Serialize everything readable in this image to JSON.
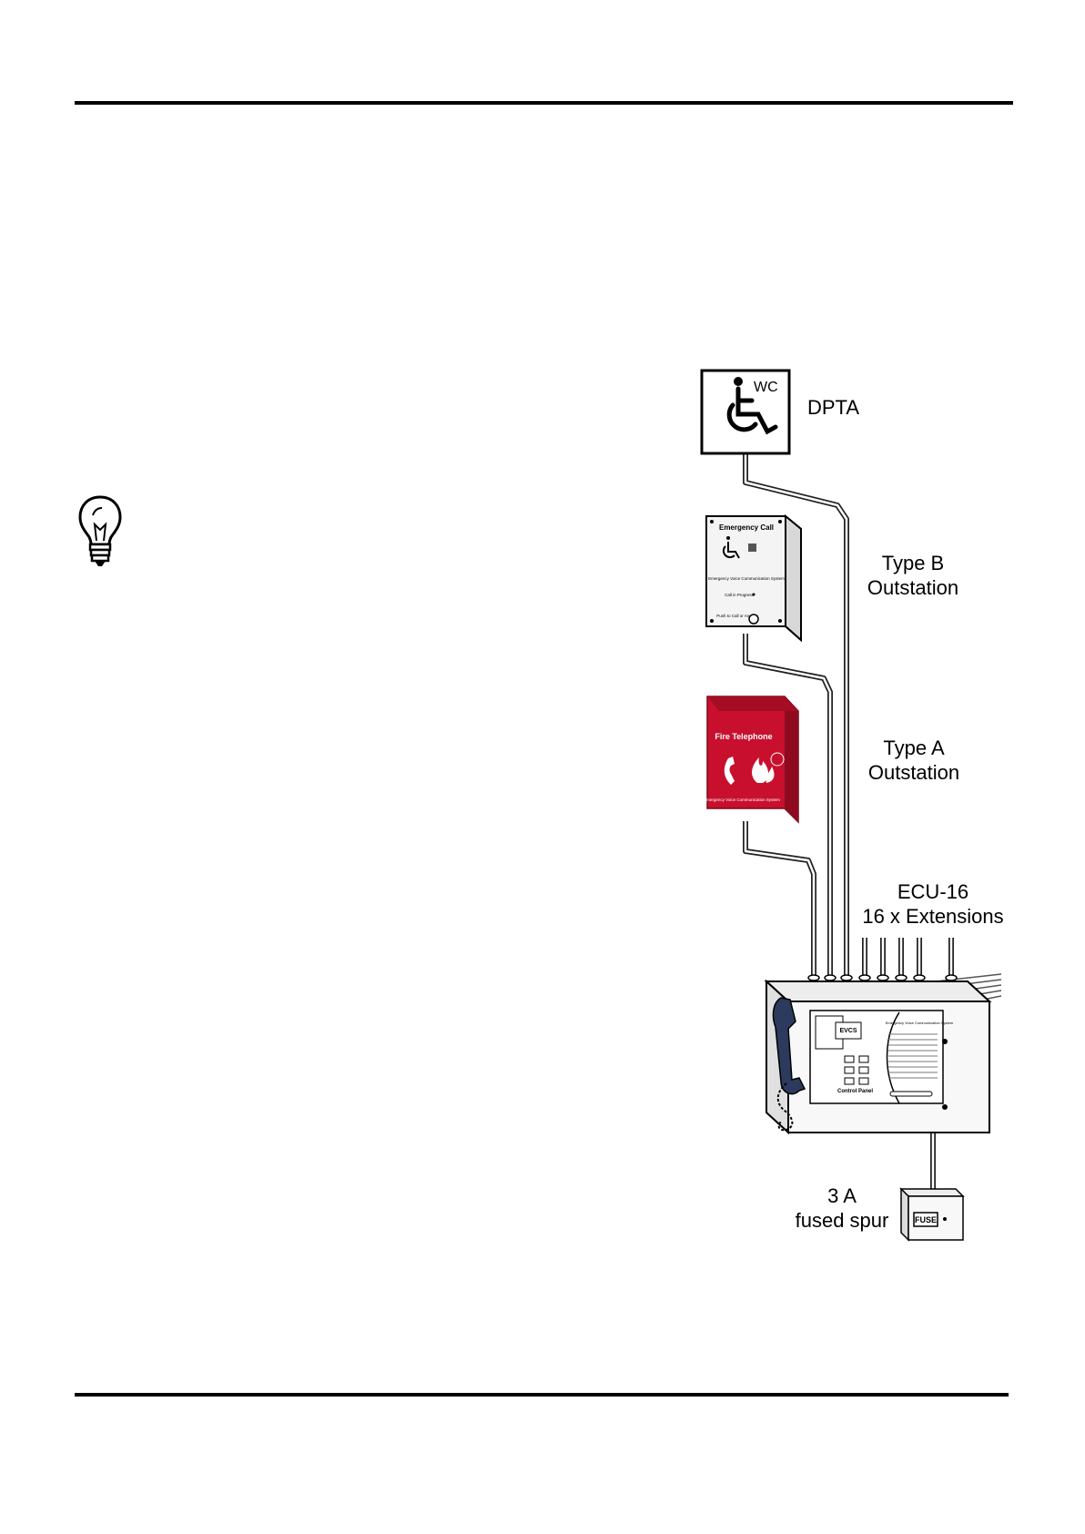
{
  "wc_sign": {
    "text": "WC"
  },
  "labels": {
    "dpta": "DPTA",
    "type_b_line1": "Type B",
    "type_b_line2": "Outstation",
    "type_a_line1": "Type A",
    "type_a_line2": "Outstation",
    "ecu_line1": "ECU-16",
    "ecu_line2": "16 x Extensions",
    "spur_line1": "3 A",
    "spur_line2": "fused spur"
  },
  "type_b_device": {
    "title": "Emergency Call",
    "subtitle": "Emergency Voice Communication System",
    "status": "Call in Progress",
    "button_text": "Push to Call or Answer"
  },
  "type_a_device": {
    "title": "Fire Telephone",
    "footer": "Emergency Voice Communication System"
  },
  "ecu_unit": {
    "panel_brand": "EVCS",
    "legend_title": "Emergency Voice Communication System",
    "maker": "Control Panel"
  },
  "fuse_box": {
    "text": "FUSE"
  },
  "colors": {
    "rule": "#000000",
    "fire_red": "#c8102e",
    "fire_red_dark": "#8e0a1f",
    "handset": "#2c3a5e"
  },
  "icons": [
    "lightbulb-icon",
    "wheelchair-icon",
    "telephone-icon",
    "flame-icon"
  ]
}
